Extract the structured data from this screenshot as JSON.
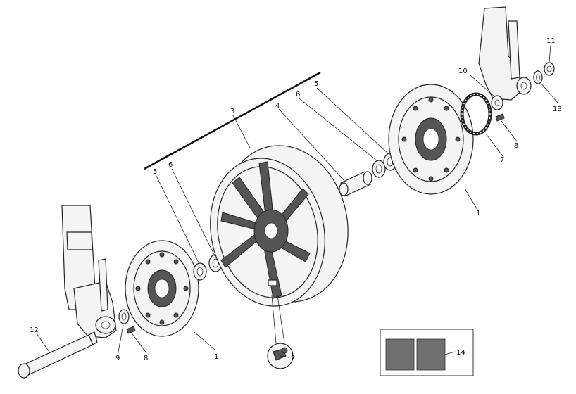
{
  "callouts": [
    {
      "id": "c1a",
      "label": "1"
    },
    {
      "id": "c1b",
      "label": "1"
    },
    {
      "id": "c2",
      "label": "2"
    },
    {
      "id": "c3",
      "label": "3"
    },
    {
      "id": "c4",
      "label": "4"
    },
    {
      "id": "c5a",
      "label": "5"
    },
    {
      "id": "c5b",
      "label": "5"
    },
    {
      "id": "c6a",
      "label": "6"
    },
    {
      "id": "c6b",
      "label": "6"
    },
    {
      "id": "c7",
      "label": "7"
    },
    {
      "id": "c8a",
      "label": "8"
    },
    {
      "id": "c8b",
      "label": "8"
    },
    {
      "id": "c9",
      "label": "9"
    },
    {
      "id": "c10",
      "label": "10"
    },
    {
      "id": "c11",
      "label": "11"
    },
    {
      "id": "c12",
      "label": "12"
    },
    {
      "id": "c13",
      "label": "13"
    },
    {
      "id": "c14",
      "label": "14"
    }
  ],
  "colors": {
    "ink": "#222222",
    "decal": "#707070",
    "paper": "#ffffff"
  }
}
